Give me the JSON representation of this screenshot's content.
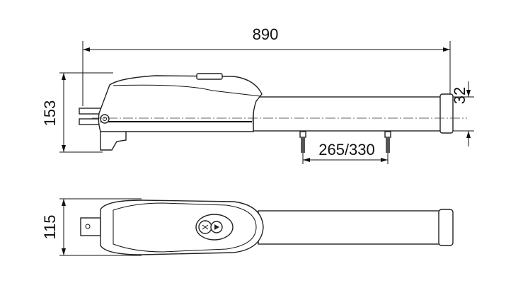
{
  "dimensions": {
    "overall_length": "890",
    "side_height": "153",
    "tube_height": "32",
    "pin_distance": "265/330",
    "top_width": "115"
  },
  "colors": {
    "line": "#111111",
    "background": "#ffffff"
  }
}
